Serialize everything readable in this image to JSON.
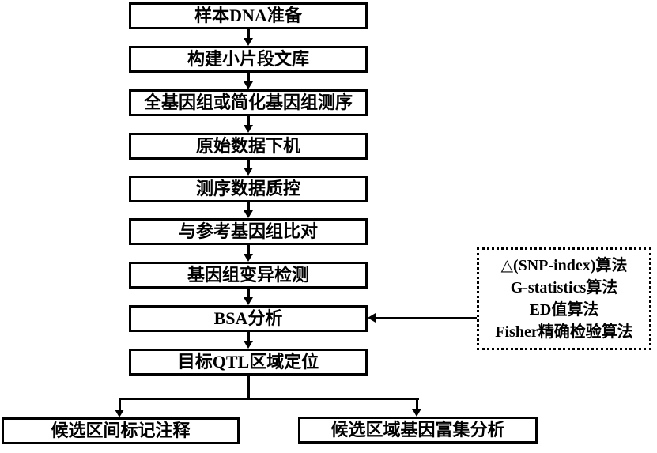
{
  "flow": {
    "steps": [
      {
        "label": "样本DNA准备"
      },
      {
        "label": "构建小片段文库"
      },
      {
        "label": "全基因组或简化基因组测序"
      },
      {
        "label": "原始数据下机"
      },
      {
        "label": "测序数据质控"
      },
      {
        "label": "与参考基因组比对"
      },
      {
        "label": "基因组变异检测"
      },
      {
        "label": "BSA分析"
      },
      {
        "label": "目标QTL区域定位"
      }
    ],
    "branches": [
      {
        "label": "候选区间标记注释"
      },
      {
        "label": "候选区域基因富集分析"
      }
    ],
    "methods": {
      "lines": [
        "△(SNP-index)算法",
        "G-statistics算法",
        "ED值算法",
        "Fisher精确检验算法"
      ]
    }
  },
  "colors": {
    "background": "#ffffff",
    "box_border": "#000000",
    "line": "#000000",
    "text": "#000000"
  }
}
